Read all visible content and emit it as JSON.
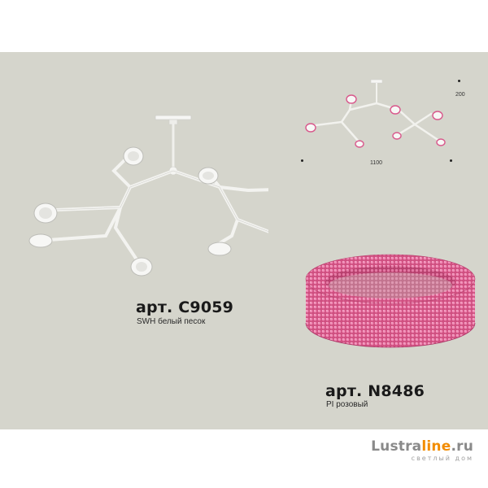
{
  "product_left": {
    "article": "арт. C9059",
    "color_code": "SWH белый песок"
  },
  "product_right": {
    "article": "арт. N8486",
    "color_code": "PI розовый"
  },
  "dimensions": {
    "height": "200",
    "width": "1100"
  },
  "logo": {
    "part1": "Lustra",
    "part2": "line",
    "part3": ".ru",
    "tagline": "светлый дом"
  },
  "colors": {
    "background": "#d5d5cc",
    "fixture_white": "#f4f4f2",
    "crystal_pink": "#d9588c",
    "logo_orange": "#f28c00",
    "logo_gray": "#8a8a8a"
  }
}
